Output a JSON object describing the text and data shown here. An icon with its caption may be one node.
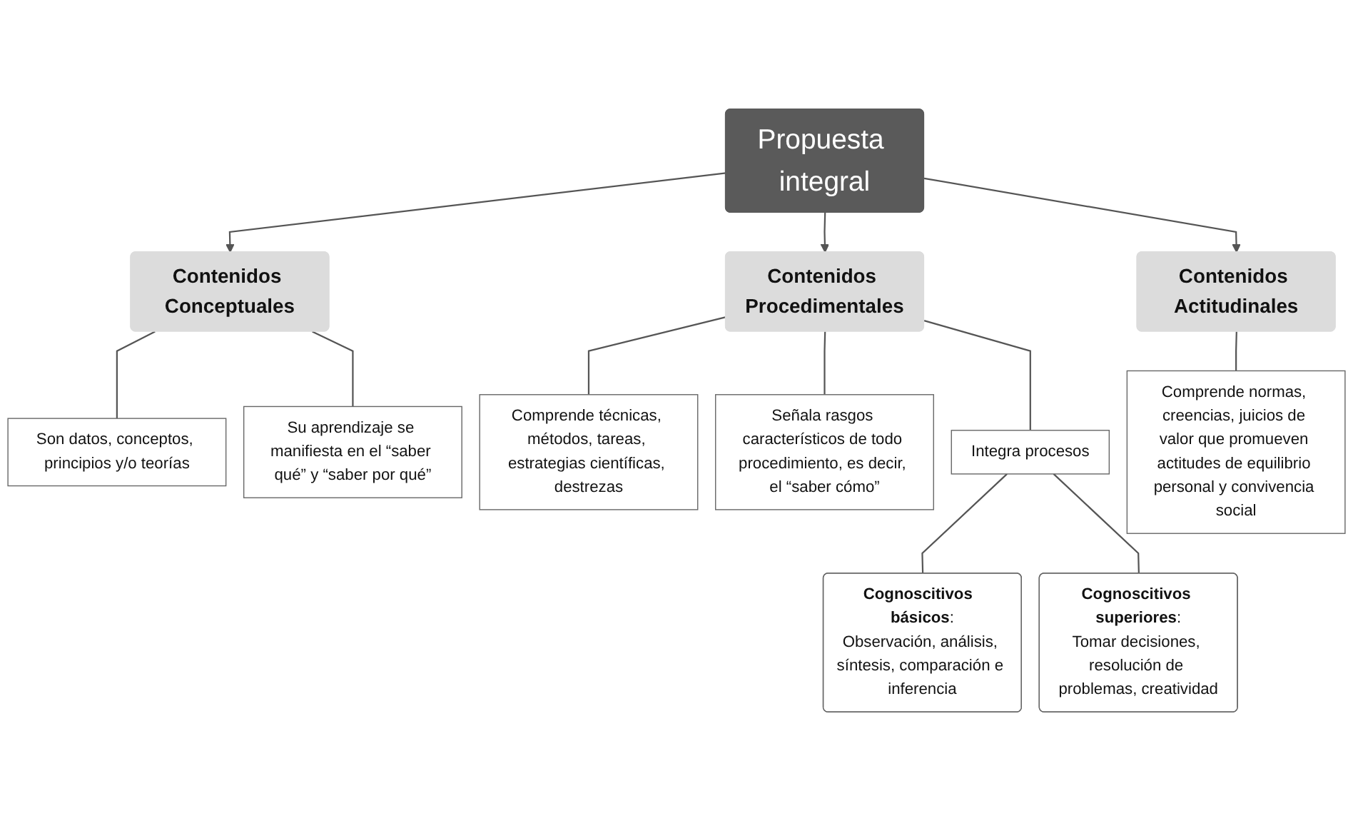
{
  "diagram": {
    "nodes": [
      {
        "text": [
          "Propuesta integral"
        ]
      },
      {
        "text": [
          "Contenidos Conceptuales"
        ]
      },
      {
        "text": [
          "Contenidos Procedimentales"
        ]
      },
      {
        "text": [
          "Contenidos Actitudinales"
        ]
      },
      {
        "text": [
          "Son datos, conceptos, principios y/o teorías"
        ]
      },
      {
        "text": [
          "Su aprendizaje se manifiesta en el “saber qué” y “saber por qué”"
        ]
      },
      {
        "text": [
          "Comprende técnicas, métodos, tareas, estrategias científicas, destrezas"
        ]
      },
      {
        "text": [
          "Señala rasgos característicos de todo procedimiento, es decir, el “saber cómo”"
        ]
      },
      {
        "text": [
          "Integra procesos"
        ]
      },
      {
        "text": [
          "Comprende normas, creencias, juicios de valor que promueven actitudes de equilibrio personal y convivencia social"
        ]
      },
      {
        "text": [
          "**Cognoscitivos  básicos**:",
          "Observación, análisis, síntesis, comparación e inferencia"
        ]
      },
      {
        "text": [
          "**Cognoscitivos superiores**:",
          "Tomar decisiones, resolución de problemas, creatividad"
        ]
      }
    ],
    "edges": [
      {
        "from": 0,
        "to": 1,
        "arrow": "to"
      },
      {
        "from": 0,
        "to": 2,
        "arrow": "to"
      },
      {
        "from": 0,
        "to": 3,
        "arrow": "to"
      },
      {
        "from": 1,
        "to": 4,
        "arrow": "none"
      },
      {
        "from": 1,
        "to": 5,
        "arrow": "none"
      },
      {
        "from": 2,
        "to": 6,
        "arrow": "none"
      },
      {
        "from": 2,
        "to": 7,
        "arrow": "none"
      },
      {
        "from": 2,
        "to": 8,
        "arrow": "none"
      },
      {
        "from": 3,
        "to": 9,
        "arrow": "none"
      },
      {
        "from": 8,
        "to": 10,
        "arrow": "none"
      },
      {
        "from": 8,
        "to": 11,
        "arrow": "none"
      }
    ]
  }
}
